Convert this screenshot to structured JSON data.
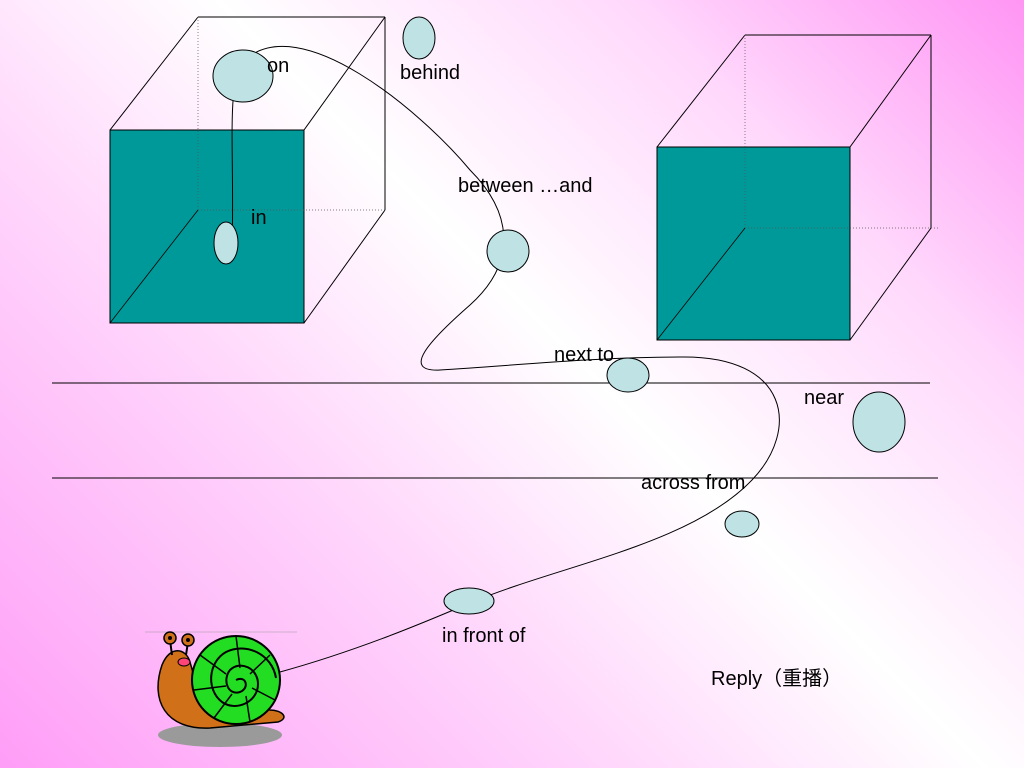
{
  "labels": {
    "on": "on",
    "behind": "behind",
    "between_and": "between …and",
    "in": "in",
    "next_to": "next to",
    "near": "near",
    "across_from": "across from",
    "in_front_of": "in front of"
  },
  "reply_button": {
    "label": "Reply（重播）"
  },
  "colors": {
    "box_face": "#009999",
    "dot_fill": "#bfe2e4",
    "snail_shell": "#22dd22",
    "snail_body": "#d07018"
  }
}
